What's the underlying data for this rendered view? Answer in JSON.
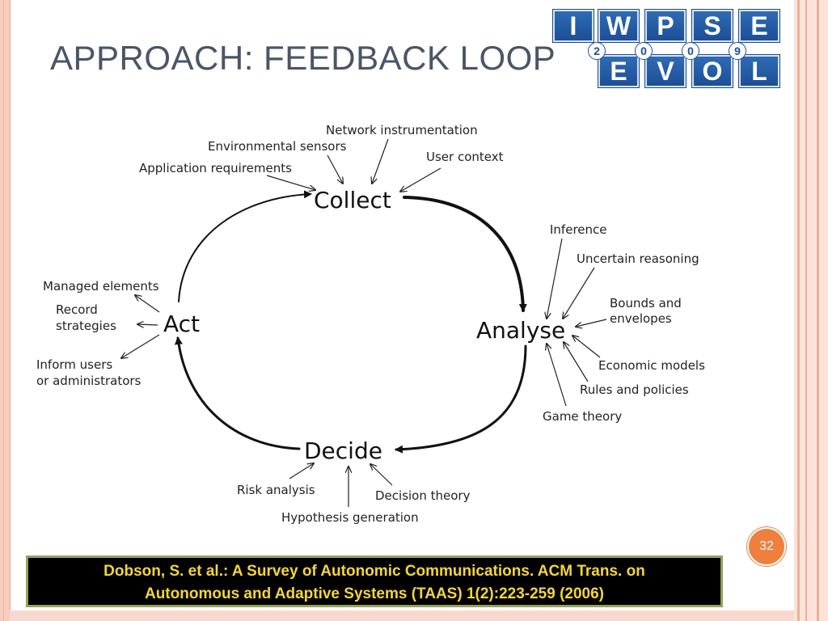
{
  "slide": {
    "title": "APPROACH: FEEDBACK LOOP",
    "page_number": "32"
  },
  "logo": {
    "top_letters": [
      "I",
      "W",
      "P",
      "S",
      "E"
    ],
    "digits": [
      "2",
      "0",
      "0",
      "9"
    ],
    "bottom_letters": [
      "E",
      "V",
      "O",
      "L"
    ]
  },
  "diagram": {
    "stages": {
      "collect": "Collect",
      "analyse": "Analyse",
      "decide": "Decide",
      "act": "Act"
    },
    "collect_inputs": [
      "Network instrumentation",
      "Environmental sensors",
      "Application requirements",
      "User context"
    ],
    "analyse_inputs": [
      "Inference",
      "Uncertain reasoning",
      "Bounds and",
      "envelopes",
      "Economic models",
      "Rules and policies",
      "Game theory"
    ],
    "decide_inputs": [
      "Risk analysis",
      "Hypothesis generation",
      "Decision theory"
    ],
    "act_outputs": [
      "Managed elements",
      "Record",
      "strategies",
      "Inform users",
      "or administrators"
    ]
  },
  "citation": {
    "line1": "Dobson, S. et al.: A Survey of Autonomic Communications.  ACM Trans. on",
    "line2": "Autonomous and Adaptive Systems (TAAS) 1(2):223-259 (2006)"
  },
  "colors": {
    "title": "#4a5566",
    "logo_blue": "#1d4f96",
    "page_badge": "#f07f3d",
    "citation_text": "#f3d63a",
    "citation_bg": "#000000"
  }
}
